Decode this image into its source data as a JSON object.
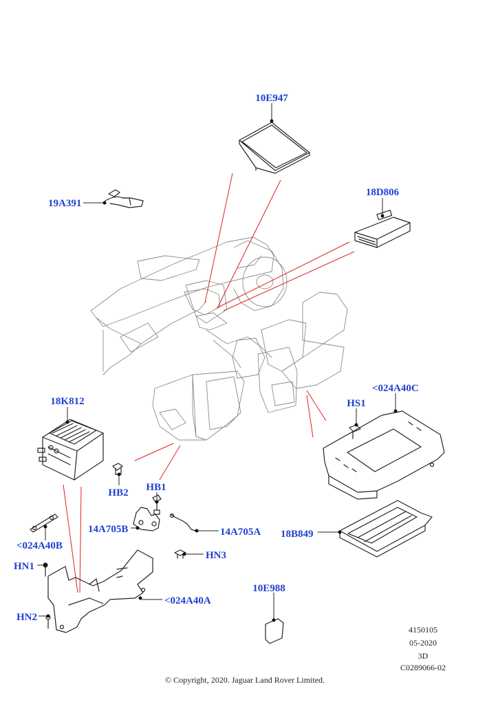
{
  "callouts": {
    "c10e947": "10E947",
    "c18d806": "18D806",
    "c19a391": "19A391",
    "c18k812": "18K812",
    "chb2": "HB2",
    "chb1": "HB1",
    "c14a705b": "14A705B",
    "c14a705a": "14A705A",
    "c024a40b": "<024A40B",
    "chn1": "HN1",
    "chn3": "HN3",
    "c024a40a": "<024A40A",
    "chn2": "HN2",
    "c10e988": "10E988",
    "chs1": "HS1",
    "c024a40c": "<024A40C",
    "c18b849": "18B849"
  },
  "meta": {
    "ref": "4150105",
    "date": "05-2020",
    "view": "3D",
    "code": "C0289066-02"
  },
  "copyright": "© Copyright, 2020. Jaguar Land Rover Limited.",
  "colors": {
    "callout": "#1f3fd1",
    "redline": "#e02020",
    "lineart": "#222222"
  }
}
